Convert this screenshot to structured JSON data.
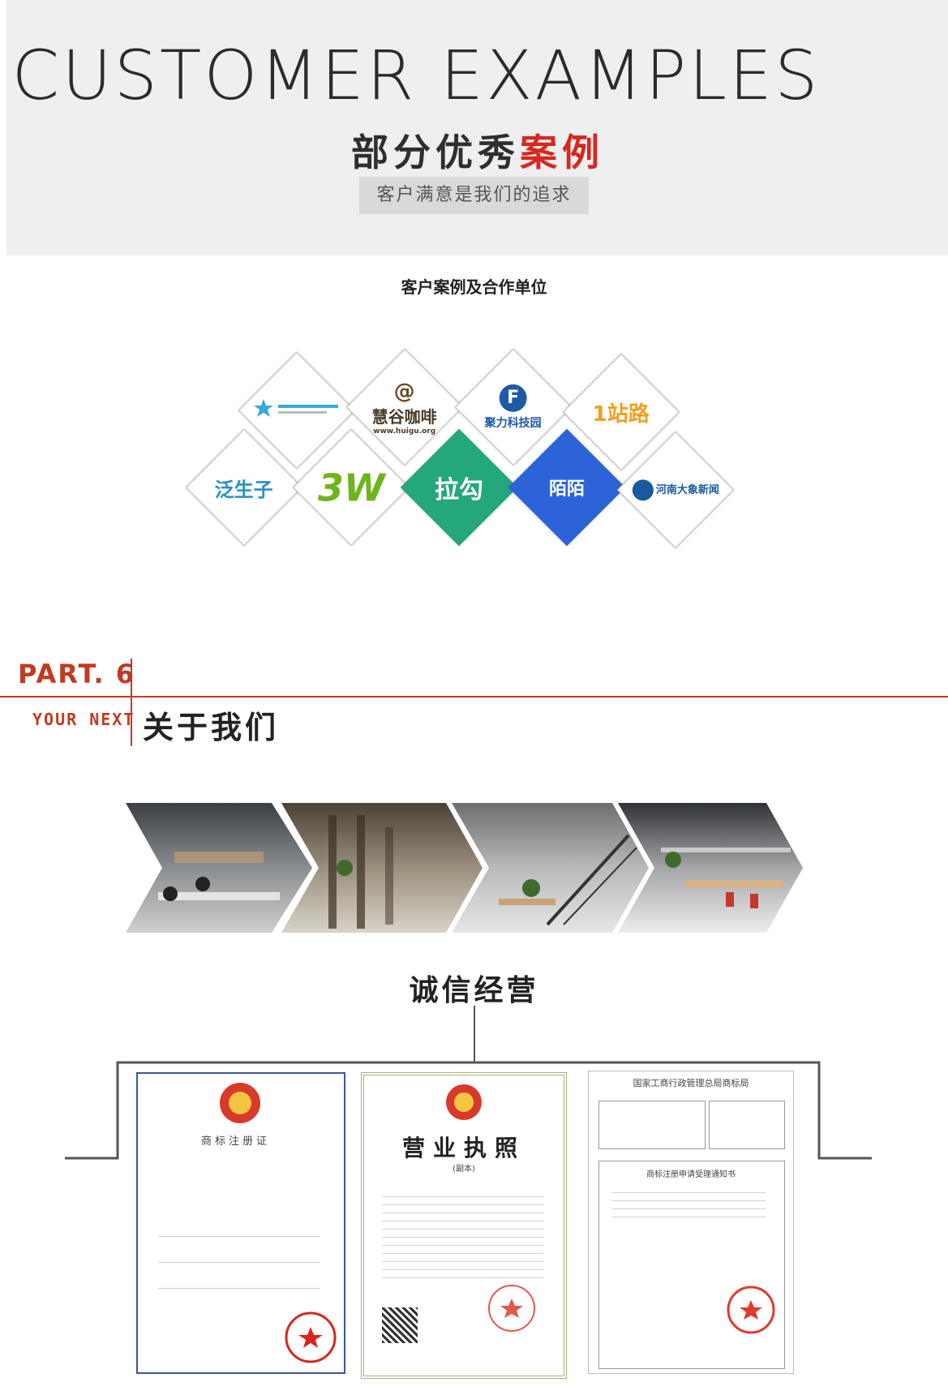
{
  "hero": {
    "title_en": "CUSTOMER EXAMPLES",
    "title_cn_dark": "部分优秀",
    "title_cn_red": "案例",
    "subtitle": "客户满意是我们的追求"
  },
  "cases": {
    "title": "客户案例及合作单位",
    "logos": [
      {
        "name": "logo-1",
        "text": ""
      },
      {
        "name": "logo-huigu",
        "text": "慧谷咖啡",
        "sub": "www.huigu.org"
      },
      {
        "name": "logo-juyou",
        "text": "聚力科技园"
      },
      {
        "name": "logo-yizhanlu",
        "text": "1站路"
      },
      {
        "name": "logo-fanshengzi",
        "text": "泛生子"
      },
      {
        "name": "logo-3w",
        "text": "3W"
      },
      {
        "name": "logo-lagou",
        "text": "拉勾"
      },
      {
        "name": "logo-momo",
        "text": "陌陌"
      },
      {
        "name": "logo-henan",
        "text": "河南大象新闻"
      }
    ]
  },
  "part": {
    "num": "PART. 6",
    "next": "YOUR NEXT",
    "title": "关于我们"
  },
  "integrity": {
    "title": "诚信经营"
  },
  "certs": {
    "c1": {
      "title": "商标注册证"
    },
    "c2": {
      "title": "营业执照",
      "sub": "(副本)"
    },
    "c3": {
      "title": "国家工商行政管理总局商标局",
      "sub": "商标注册申请受理通知书"
    }
  }
}
